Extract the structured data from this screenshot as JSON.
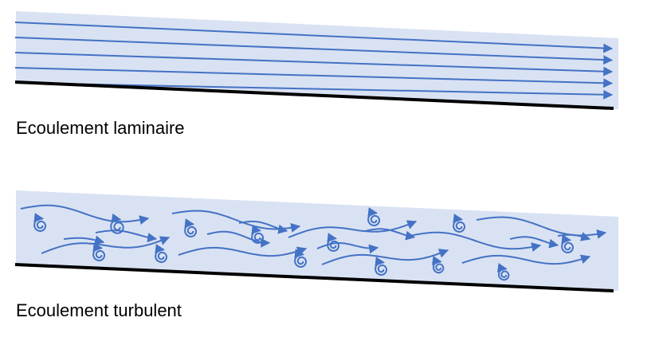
{
  "captions": {
    "laminar": "Ecoulement laminaire",
    "turbulent": "Ecoulement turbulent"
  },
  "colors": {
    "fluid_band": "#d9e2f3",
    "flow_line": "#4472c4",
    "wall": "#000000"
  },
  "icons": {
    "laminar_arrows": "arrow-line",
    "turbulent_arrows": "wavy-arrow",
    "eddies": "spiral-eddy"
  },
  "laminar": {
    "streamline_count": 5
  },
  "turbulent": {
    "wavy_arrow_count": 17,
    "eddy_count": 14
  }
}
